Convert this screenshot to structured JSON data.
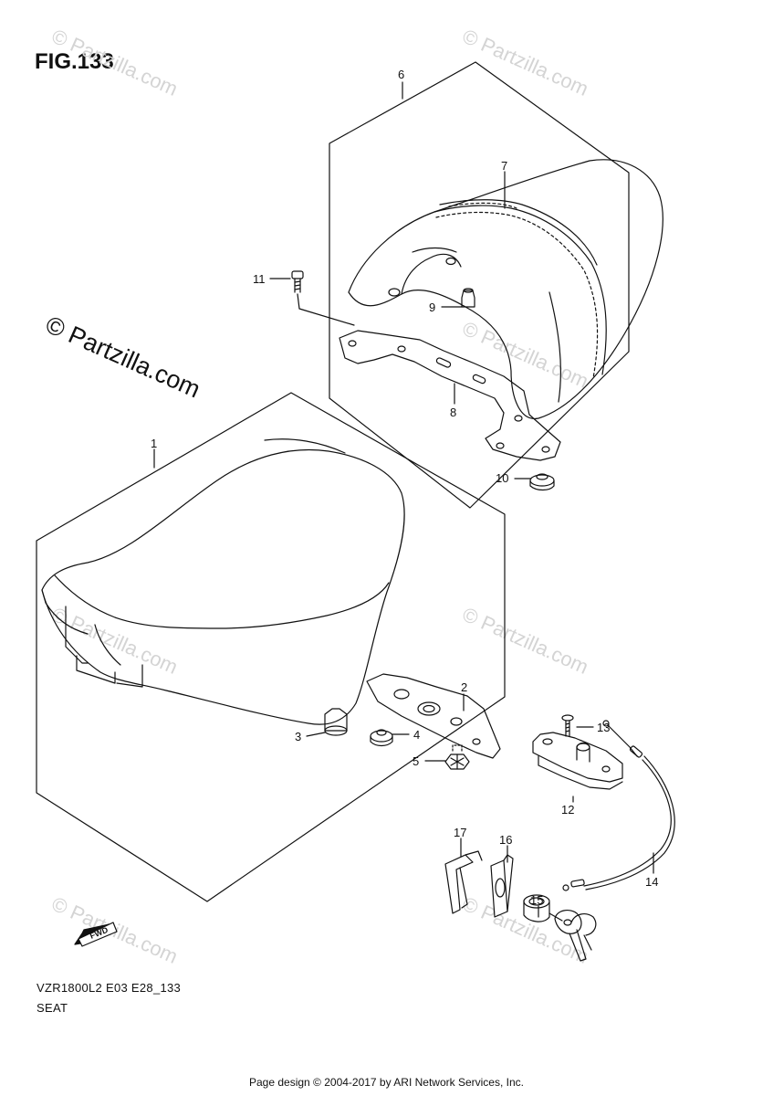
{
  "figure": {
    "title": "FIG.133",
    "code": "VZR1800L2 E03 E28_133",
    "name": "SEAT"
  },
  "watermarks": {
    "faint": "© Partzilla.com",
    "main": "© Partzilla.com"
  },
  "footer": "Page design © 2004-2017 by ARI Network Services, Inc.",
  "fwd_label": "FWD",
  "callouts": [
    {
      "id": "1",
      "label": "1"
    },
    {
      "id": "2",
      "label": "2"
    },
    {
      "id": "3",
      "label": "3"
    },
    {
      "id": "4",
      "label": "4"
    },
    {
      "id": "5",
      "label": "5"
    },
    {
      "id": "6",
      "label": "6"
    },
    {
      "id": "7",
      "label": "7"
    },
    {
      "id": "8",
      "label": "8"
    },
    {
      "id": "9",
      "label": "9"
    },
    {
      "id": "10",
      "label": "10"
    },
    {
      "id": "11",
      "label": "11"
    },
    {
      "id": "12",
      "label": "12"
    },
    {
      "id": "13",
      "label": "13"
    },
    {
      "id": "14",
      "label": "14"
    },
    {
      "id": "15",
      "label": "15"
    },
    {
      "id": "16",
      "label": "16"
    },
    {
      "id": "17",
      "label": "17"
    }
  ]
}
